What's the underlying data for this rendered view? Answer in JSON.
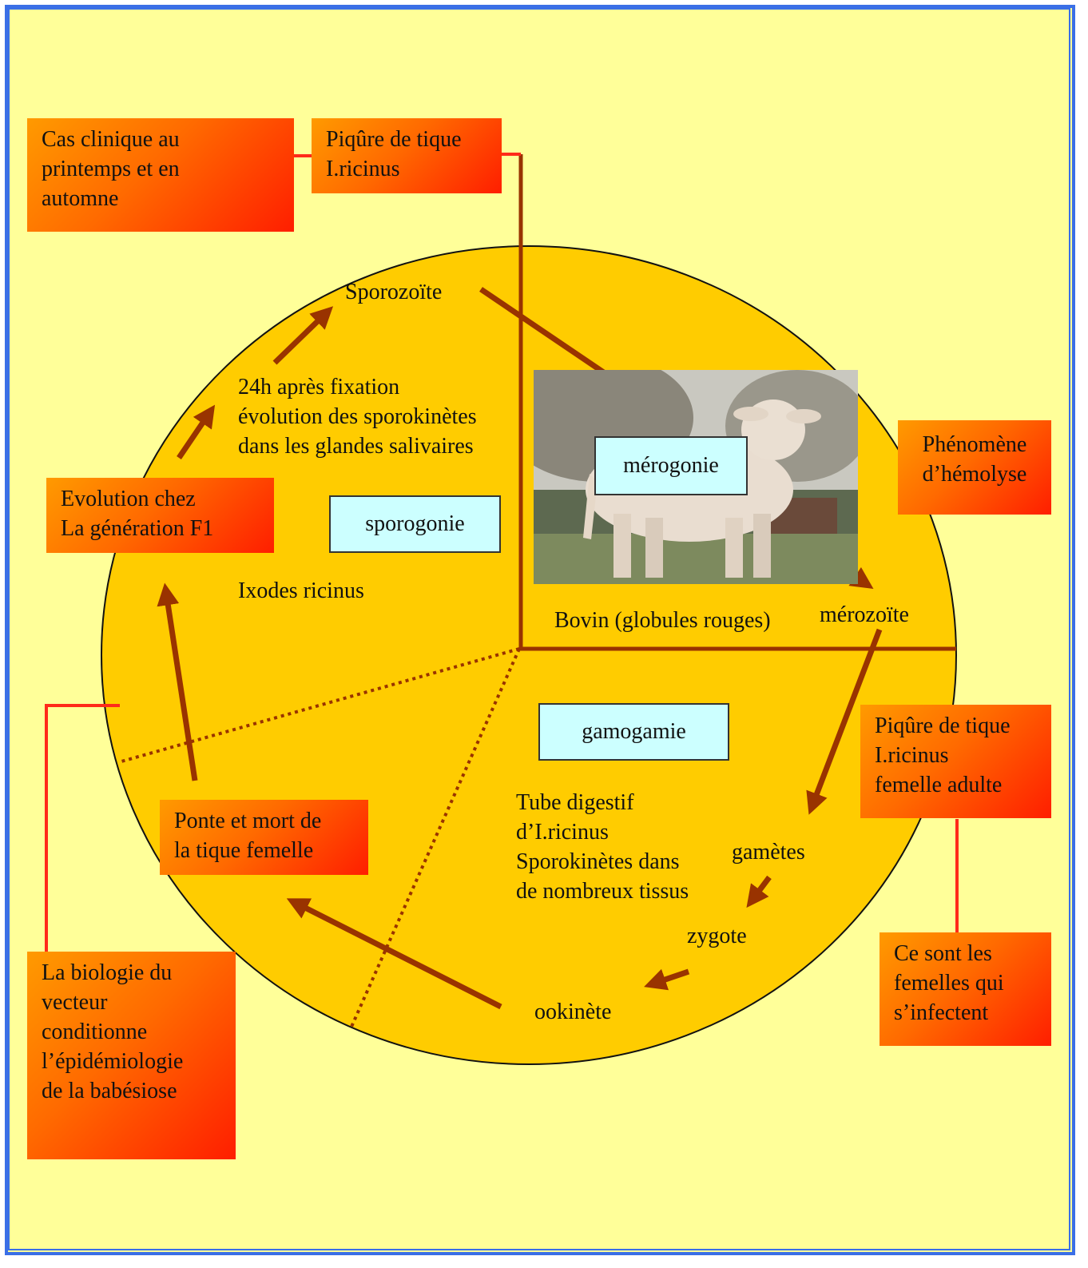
{
  "colors": {
    "background": "#ffff99",
    "frame": "#3a6fe6",
    "circle": "#ffcc00",
    "arrow": "#993300",
    "connector": "#ff2a1a",
    "stage_box": "#ccffff"
  },
  "callouts": {
    "cas_clinique": [
      "Cas clinique au",
      "printemps et en",
      "automne"
    ],
    "piqure_top": [
      "Piqûre de tique",
      "I.ricinus"
    ],
    "hemolyse": [
      "Phénomène",
      "d’hémolyse"
    ],
    "evolution_f1": [
      "Evolution chez",
      "La génération F1"
    ],
    "piqure_right": [
      "Piqûre de tique",
      "I.ricinus",
      "femelle adulte"
    ],
    "ponte": [
      "Ponte et mort de",
      "la tique femelle"
    ],
    "ce_sont": [
      "Ce sont les",
      "femelles qui",
      "s’infectent"
    ],
    "biologie": [
      "La biologie du",
      "vecteur",
      "conditionne",
      "l’épidémiologie",
      "de la babésiose"
    ]
  },
  "stages": {
    "sporogonie": "sporogonie",
    "merogonie": "mérogonie",
    "gamogamie": "gamogamie"
  },
  "labels": {
    "sporozoite": "Sporozoïte",
    "fixation": [
      "24h après fixation",
      "évolution des sporokinètes",
      "dans les glandes salivaires"
    ],
    "ixodes": "Ixodes ricinus",
    "bovin": "Bovin (globules rouges)",
    "merozoite": "mérozoïte",
    "tube": [
      "Tube digestif",
      "d’I.ricinus",
      "Sporokinètes dans",
      "de nombreux tissus"
    ],
    "gametes": "gamètes",
    "zygote": "zygote",
    "ookinete": "ookinète"
  }
}
